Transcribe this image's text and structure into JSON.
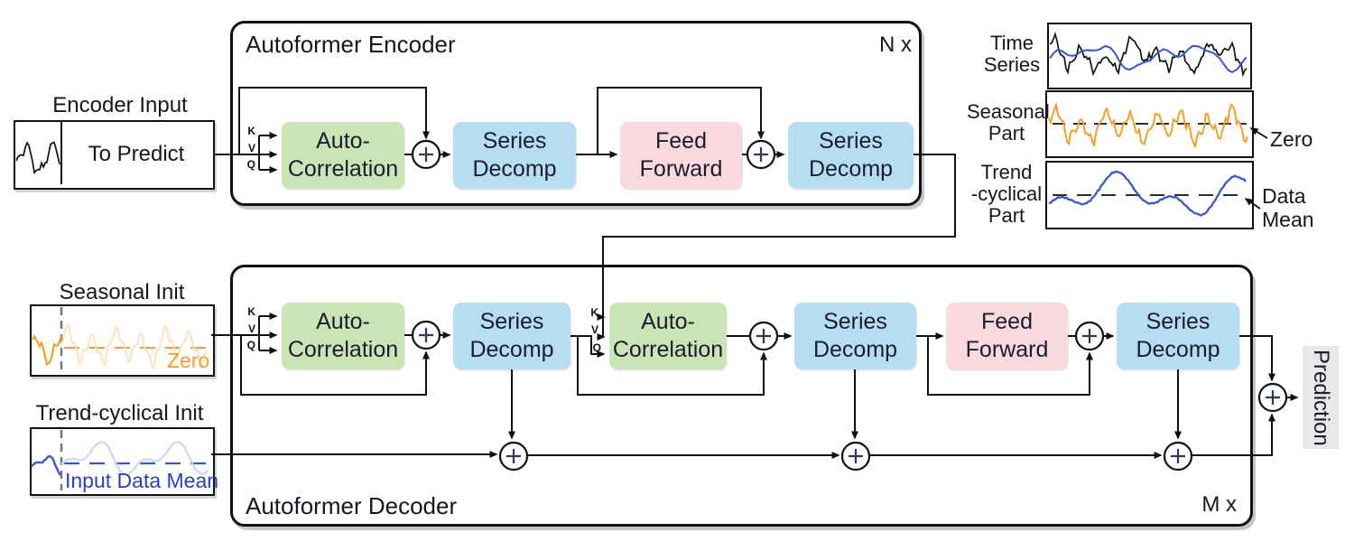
{
  "colors": {
    "block_green": "#c9e5b6",
    "block_blue": "#b5def2",
    "block_pink": "#f8d9de",
    "series_orange": "#f59e2a",
    "series_blue": "#3a55d0",
    "prediction_bg": "#e8e8e8"
  },
  "encoder_input": {
    "label": "Encoder Input",
    "value": "To Predict"
  },
  "encoder": {
    "title": "Autoformer Encoder",
    "repeat_label": "N x"
  },
  "decoder": {
    "title": "Autoformer Decoder",
    "repeat_label": "M x"
  },
  "blocks": {
    "auto_correlation": "Auto-\nCorrelation",
    "series_decomp": "Series\nDecomp",
    "feed_forward": "Feed\nForward"
  },
  "qkv": {
    "k": "K",
    "v": "V",
    "q": "Q"
  },
  "seasonal_init": {
    "label": "Seasonal Init",
    "annotation": "Zero"
  },
  "trend_init": {
    "label": "Trend-cyclical Init",
    "annotation": "Input Data Mean"
  },
  "panels": {
    "time_series": "Time\nSeries",
    "seasonal": "Seasonal\nPart",
    "trend": "Trend\n-cyclical\nPart",
    "zero": "Zero",
    "data_mean": "Data\nMean"
  },
  "output": {
    "prediction": "Prediction"
  }
}
